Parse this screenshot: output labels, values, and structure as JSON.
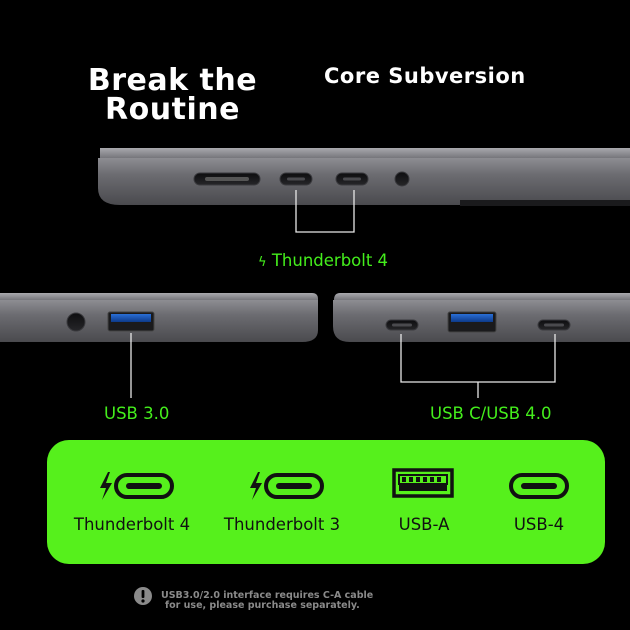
{
  "header": {
    "headline_line1": "Break the",
    "headline_line2": "Routine",
    "subheading": "Core Subversion"
  },
  "callouts": {
    "top": "Thunderbolt 4",
    "left": "USB 3.0",
    "right": "USB C/USB 4.0"
  },
  "ports_panel": {
    "background": "#56f01c",
    "items": [
      {
        "label": "Thunderbolt 4",
        "icon": "thunderbolt-usb-c-icon"
      },
      {
        "label": "Thunderbolt 3",
        "icon": "thunderbolt-usb-c-icon"
      },
      {
        "label": "USB-A",
        "icon": "usb-a-port-icon"
      },
      {
        "label": "USB-4",
        "icon": "usb-c-port-icon"
      }
    ]
  },
  "notice": {
    "line1": "USB3.0/2.0 interface requires C-A cable",
    "line2": "for use, please purchase separately.",
    "icon": "exclamation-icon"
  },
  "colors": {
    "accent_green": "#44ee1c",
    "background": "#000000",
    "laptop_silver": "#6e6e72"
  }
}
